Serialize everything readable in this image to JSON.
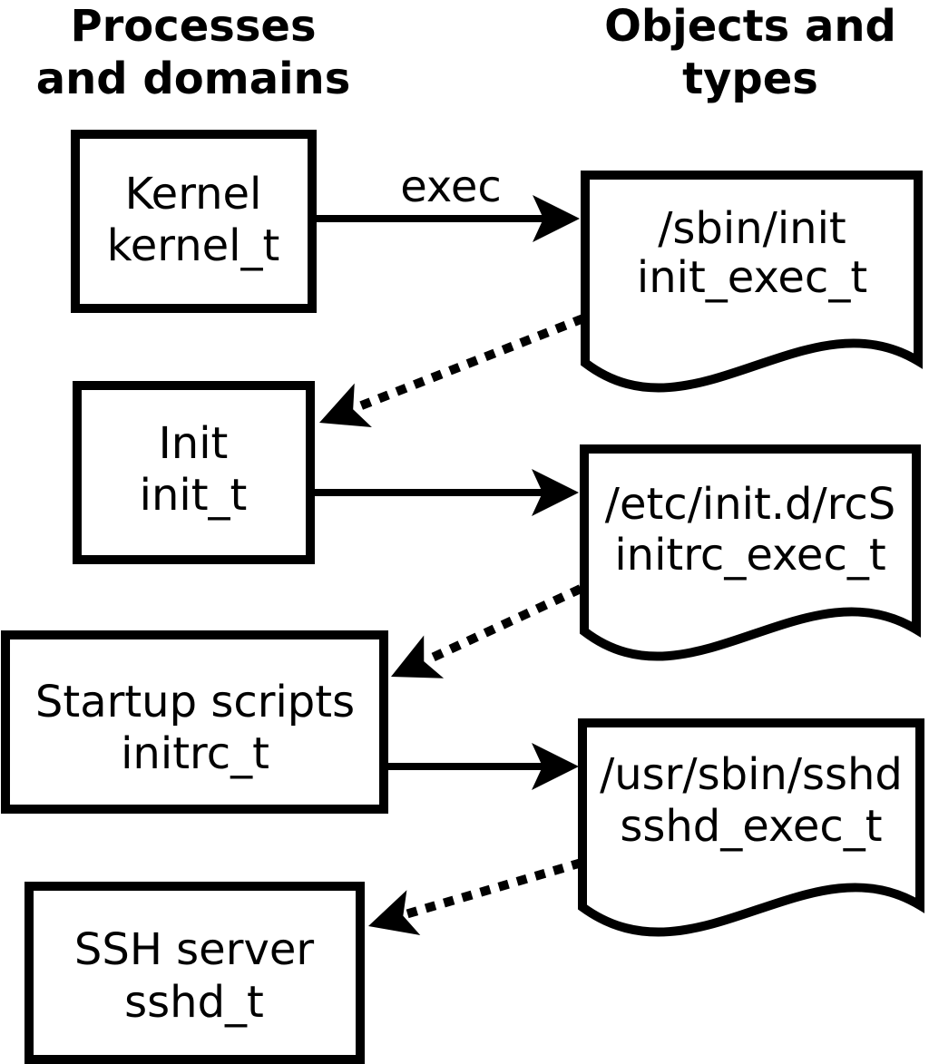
{
  "diagram": {
    "columns": {
      "left": {
        "line1": "Processes",
        "line2": "and domains"
      },
      "right": {
        "line1": "Objects and",
        "line2": "types"
      }
    },
    "process_nodes": [
      {
        "label": "Kernel",
        "domain": "kernel_t"
      },
      {
        "label": "Init",
        "domain": "init_t"
      },
      {
        "label": "Startup scripts",
        "domain": "initrc_t"
      },
      {
        "label": "SSH server",
        "domain": "sshd_t"
      }
    ],
    "object_nodes": [
      {
        "path": "/sbin/init",
        "type": "init_exec_t"
      },
      {
        "path": "/etc/init.d/rcS",
        "type": "initrc_exec_t"
      },
      {
        "path": "/usr/sbin/sshd",
        "type": "sshd_exec_t"
      }
    ],
    "edge_labels": {
      "exec": "exec"
    },
    "colors": {
      "line": "#000000",
      "fill": "#ffffff",
      "background": "#ffffff"
    }
  }
}
